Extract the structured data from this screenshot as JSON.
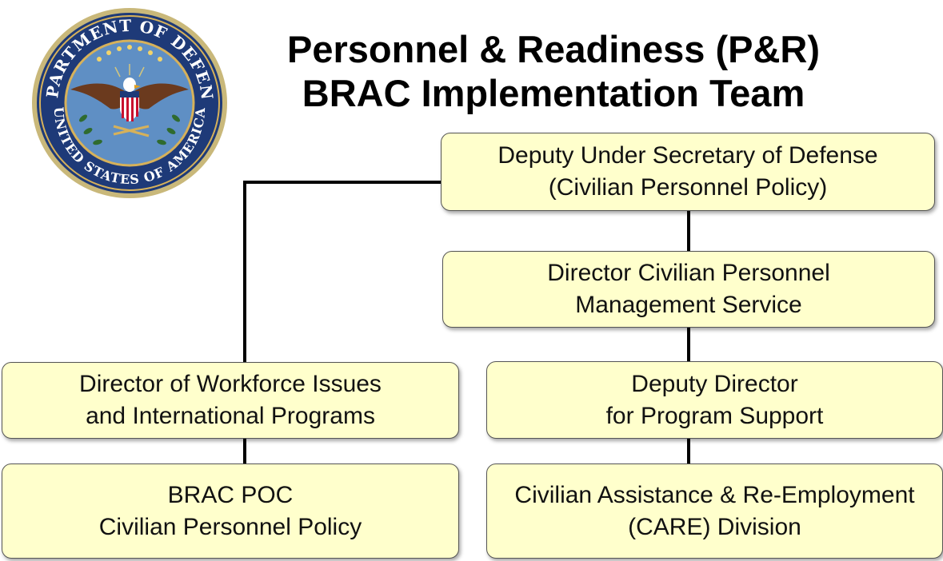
{
  "seal": {
    "top_text": "DEPARTMENT OF DEFENSE",
    "bottom_text": "UNITED STATES OF AMERICA",
    "colors": {
      "ring": "#1e3a78",
      "field": "#5f8fc4",
      "gold": "#d6b15a"
    }
  },
  "title": {
    "line1": "Personnel & Readiness (P&R)",
    "line2": "BRAC Implementation Team"
  },
  "nodes": {
    "dusd": {
      "line1": "Deputy Under Secretary of Defense",
      "line2": "(Civilian Personnel Policy)"
    },
    "cpms": {
      "line1": "Director Civilian Personnel",
      "line2": "Management Service"
    },
    "workforce": {
      "line1": "Director of Workforce Issues",
      "line2": "and International Programs"
    },
    "deputy_director": {
      "line1": "Deputy Director",
      "line2": "for Program Support"
    },
    "brac_poc": {
      "line1": "BRAC POC",
      "line2": "Civilian Personnel Policy"
    },
    "care": {
      "line1": "Civilian Assistance & Re-Employment",
      "line2": "(CARE) Division"
    }
  },
  "colors": {
    "box_fill": "#ffffcc",
    "box_border": "#555555",
    "connector": "#000000"
  }
}
